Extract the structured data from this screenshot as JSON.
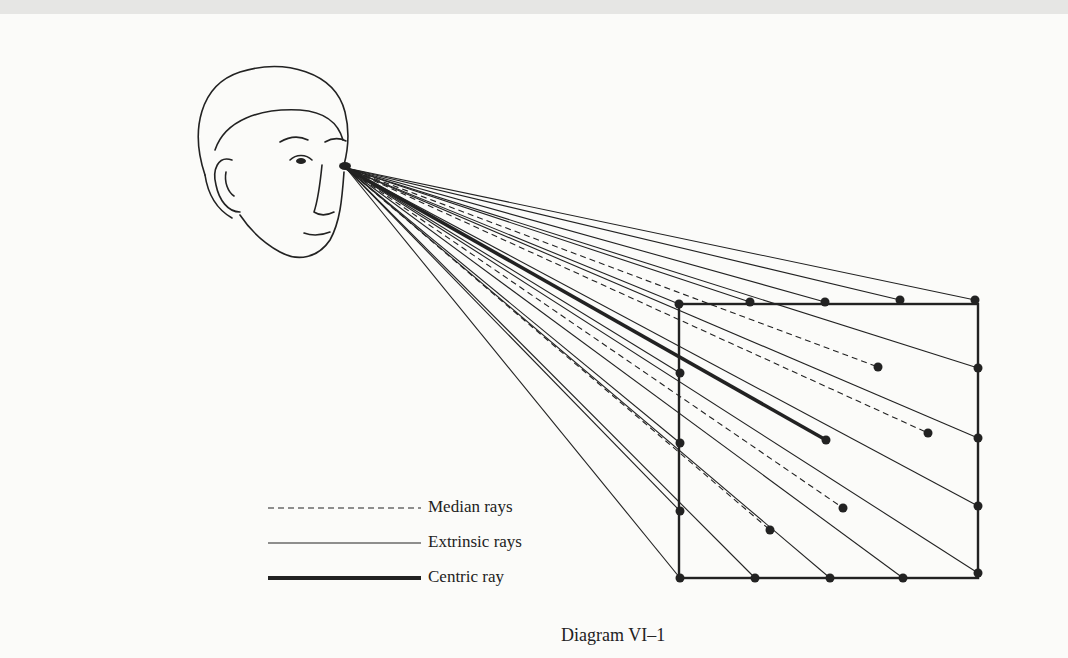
{
  "diagram": {
    "caption": "Diagram VI–1",
    "legend": [
      {
        "text": "Median rays"
      },
      {
        "text": "Extrinsic rays"
      },
      {
        "text": "Centric ray"
      }
    ]
  }
}
